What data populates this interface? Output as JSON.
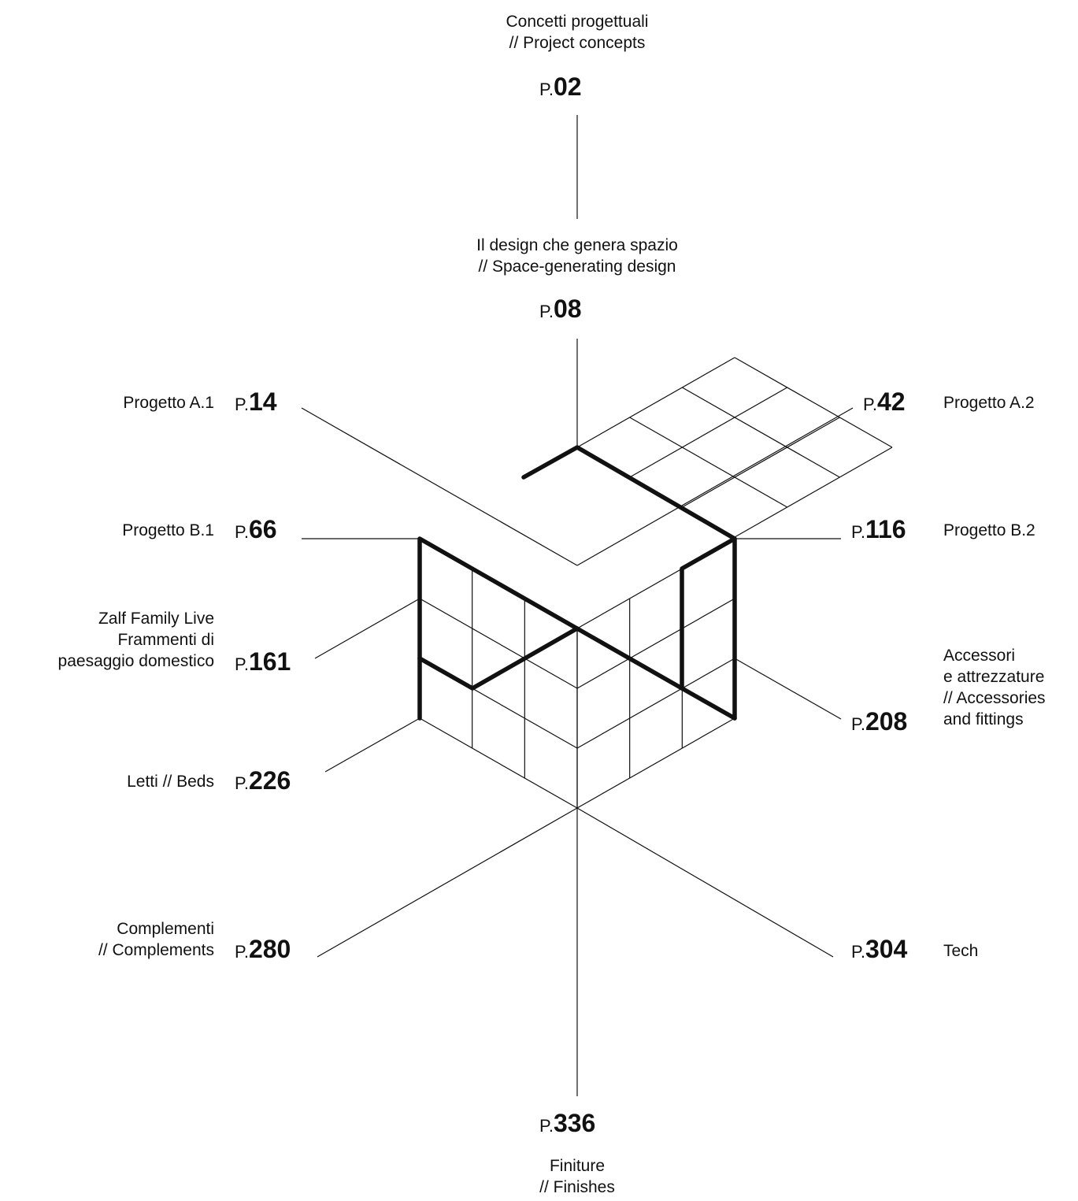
{
  "sections": {
    "concepts": {
      "title": [
        "Concetti progettuali",
        "// Project concepts"
      ],
      "prefix": "P.",
      "page": "02"
    },
    "design": {
      "title": [
        "Il design che genera spazio",
        "// Space-generating design"
      ],
      "prefix": "P.",
      "page": "08"
    },
    "a1": {
      "title": "Progetto A.1",
      "prefix": "P.",
      "page": "14"
    },
    "a2": {
      "title": "Progetto A.2",
      "prefix": "P.",
      "page": "42"
    },
    "b1": {
      "title": "Progetto B.1",
      "prefix": "P.",
      "page": "66"
    },
    "b2": {
      "title": "Progetto B.2",
      "prefix": "P.",
      "page": "116"
    },
    "family": {
      "title": [
        "Zalf Family Live",
        "Frammenti di",
        "paesaggio domestico"
      ],
      "prefix": "P.",
      "page": "161"
    },
    "accessories": {
      "title": [
        "Accessori",
        "e attrezzature",
        "// Accessories",
        "and fittings"
      ],
      "prefix": "P.",
      "page": "208"
    },
    "beds": {
      "title": "Letti // Beds",
      "prefix": "P.",
      "page": "226"
    },
    "complements": {
      "title": [
        "Complementi",
        "// Complements"
      ],
      "prefix": "P.",
      "page": "280"
    },
    "tech": {
      "title": "Tech",
      "prefix": "P.",
      "page": "304"
    },
    "finishes": {
      "title": [
        "Finiture",
        "// Finishes"
      ],
      "prefix": "P.",
      "page": "336"
    }
  },
  "colors": {
    "ink": "#111111",
    "background": "#ffffff"
  }
}
